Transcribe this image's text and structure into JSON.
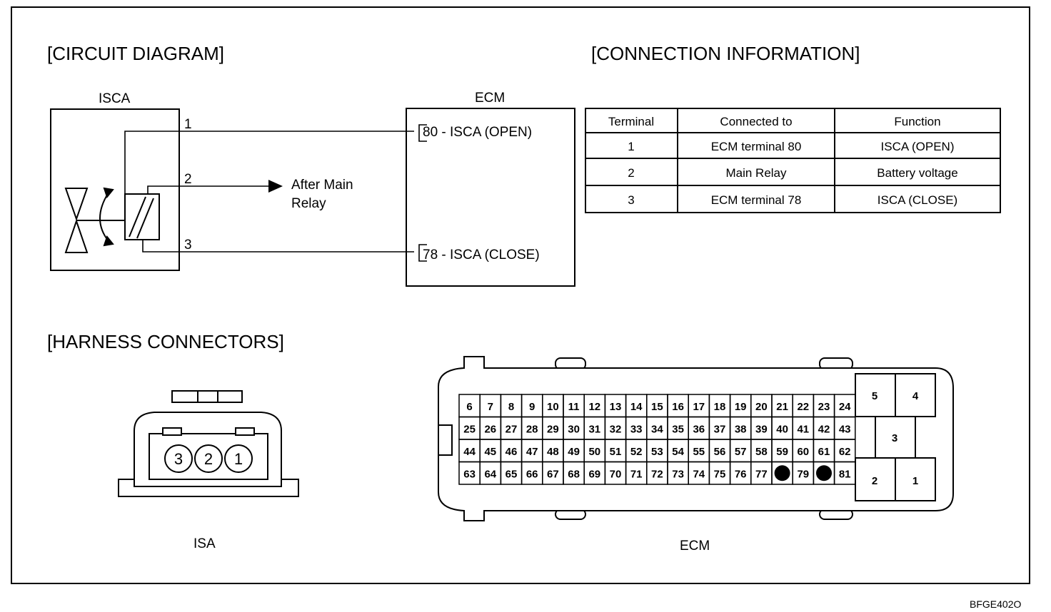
{
  "headings": {
    "circuit": "[CIRCUIT DIAGRAM]",
    "connection": "[CONNECTION INFORMATION]",
    "harness": "[HARNESS CONNECTORS]"
  },
  "circuit": {
    "isca_label": "ISCA",
    "ecm_label": "ECM",
    "pins": [
      "1",
      "2",
      "3"
    ],
    "relay_line1": "After Main",
    "relay_line2": "Relay",
    "ecm_term_80": "80 - ISCA (OPEN)",
    "ecm_term_78": "78 - ISCA (CLOSE)"
  },
  "table": {
    "headers": [
      "Terminal",
      "Connected to",
      "Function"
    ],
    "rows": [
      [
        "1",
        "ECM terminal 80",
        "ISCA (OPEN)"
      ],
      [
        "2",
        "Main Relay",
        "Battery voltage"
      ],
      [
        "3",
        "ECM terminal 78",
        "ISCA (CLOSE)"
      ]
    ]
  },
  "harness": {
    "isa_label": "ISA",
    "isa_pins": [
      "3",
      "2",
      "1"
    ],
    "ecm_label": "ECM",
    "ecm_rows": [
      [
        "6",
        "7",
        "8",
        "9",
        "10",
        "11",
        "12",
        "13",
        "14",
        "15",
        "16",
        "17",
        "18",
        "19",
        "20",
        "21",
        "22",
        "23",
        "24"
      ],
      [
        "25",
        "26",
        "27",
        "28",
        "29",
        "30",
        "31",
        "32",
        "33",
        "34",
        "35",
        "36",
        "37",
        "38",
        "39",
        "40",
        "41",
        "42",
        "43"
      ],
      [
        "44",
        "45",
        "46",
        "47",
        "48",
        "49",
        "50",
        "51",
        "52",
        "53",
        "54",
        "55",
        "56",
        "57",
        "58",
        "59",
        "60",
        "61",
        "62"
      ],
      [
        "63",
        "64",
        "65",
        "66",
        "67",
        "68",
        "69",
        "70",
        "71",
        "72",
        "73",
        "74",
        "75",
        "76",
        "77",
        "",
        "79",
        "",
        "81"
      ]
    ],
    "ecm_filled_note": "terminals 78 and 80 shown as filled dots",
    "power_pins": [
      "5",
      "4",
      "3",
      "2",
      "1"
    ]
  },
  "figure_code": "BFGE402O"
}
